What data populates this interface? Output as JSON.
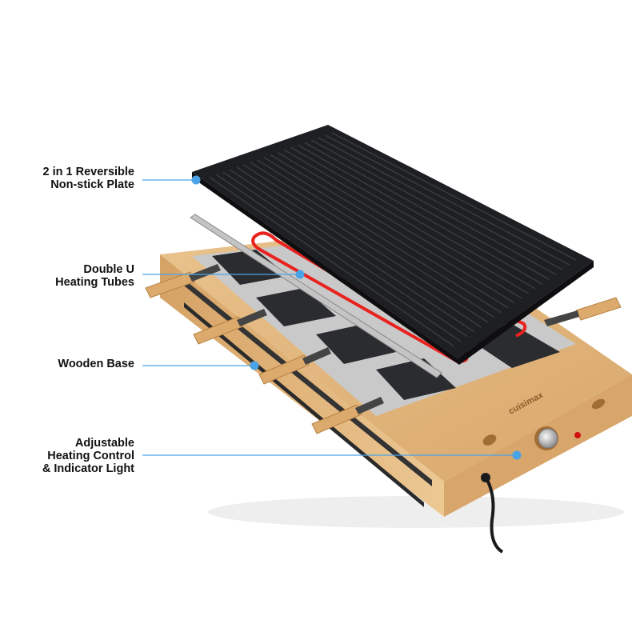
{
  "brand": "cuisimax",
  "callouts": [
    {
      "lines": [
        "2 in 1 Reversible",
        "Non-stick Plate"
      ]
    },
    {
      "lines": [
        "Double U",
        "Heating Tubes"
      ]
    },
    {
      "lines": [
        "Wooden Base"
      ]
    },
    {
      "lines": [
        "Adjustable",
        "Heating Control",
        "& Indicator Light"
      ]
    }
  ],
  "colors": {
    "callout": "#4aa3e6",
    "plate": "#1c1d20",
    "wood": "#e2b57c",
    "tube": "#e8221f"
  }
}
